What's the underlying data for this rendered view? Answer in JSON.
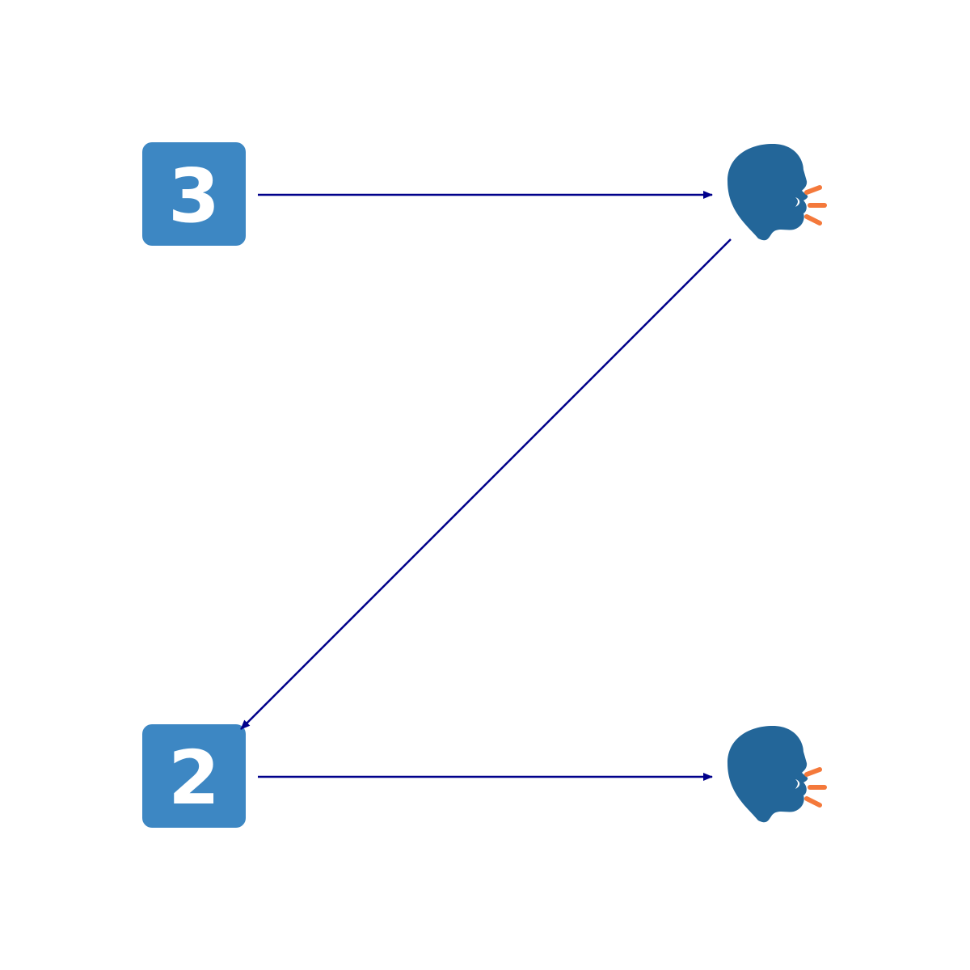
{
  "colors": {
    "background": "#ffffff",
    "keycap": "#3d87c3",
    "keycap_text": "#ffffff",
    "head": "#236699",
    "speech_lines": "#f4793b",
    "arrow": "#00008b"
  },
  "nodes": [
    {
      "id": "keycap-3",
      "type": "keycap-digit",
      "icon": "keycap-digit-three-icon",
      "label": "3"
    },
    {
      "id": "speaking-head-top",
      "type": "emoji",
      "icon": "speaking-head-icon"
    },
    {
      "id": "keycap-2",
      "type": "keycap-digit",
      "icon": "keycap-digit-two-icon",
      "label": "2"
    },
    {
      "id": "speaking-head-bottom",
      "type": "emoji",
      "icon": "speaking-head-icon"
    }
  ],
  "edges": [
    {
      "from": "keycap-3",
      "to": "speaking-head-top"
    },
    {
      "from": "speaking-head-top",
      "to": "keycap-2"
    },
    {
      "from": "keycap-2",
      "to": "speaking-head-bottom"
    }
  ]
}
